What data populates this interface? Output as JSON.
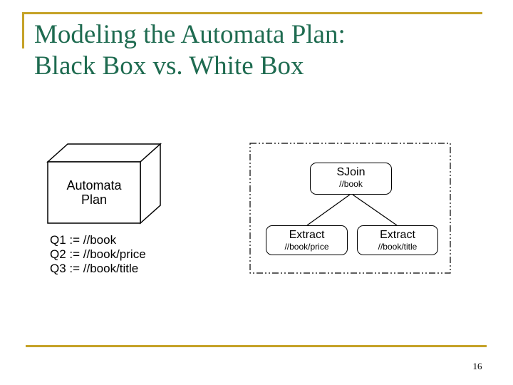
{
  "slide": {
    "title_line1": "Modeling the Automata Plan:",
    "title_line2": "Black Box vs. White Box",
    "page_number": "16"
  },
  "colors": {
    "accent_gold": "#C5A227",
    "title_green": "#1E6B50",
    "text_black": "#000000"
  },
  "black_box": {
    "label_line1": "Automata",
    "label_line2": "Plan"
  },
  "queries": [
    "Q1 := //book",
    "Q2 := //book/price",
    "Q3 := //book/title"
  ],
  "white_box": {
    "root": {
      "name": "SJoin",
      "path": "//book"
    },
    "children": [
      {
        "name": "Extract",
        "path": "//book/price"
      },
      {
        "name": "Extract",
        "path": "//book/title"
      }
    ]
  }
}
